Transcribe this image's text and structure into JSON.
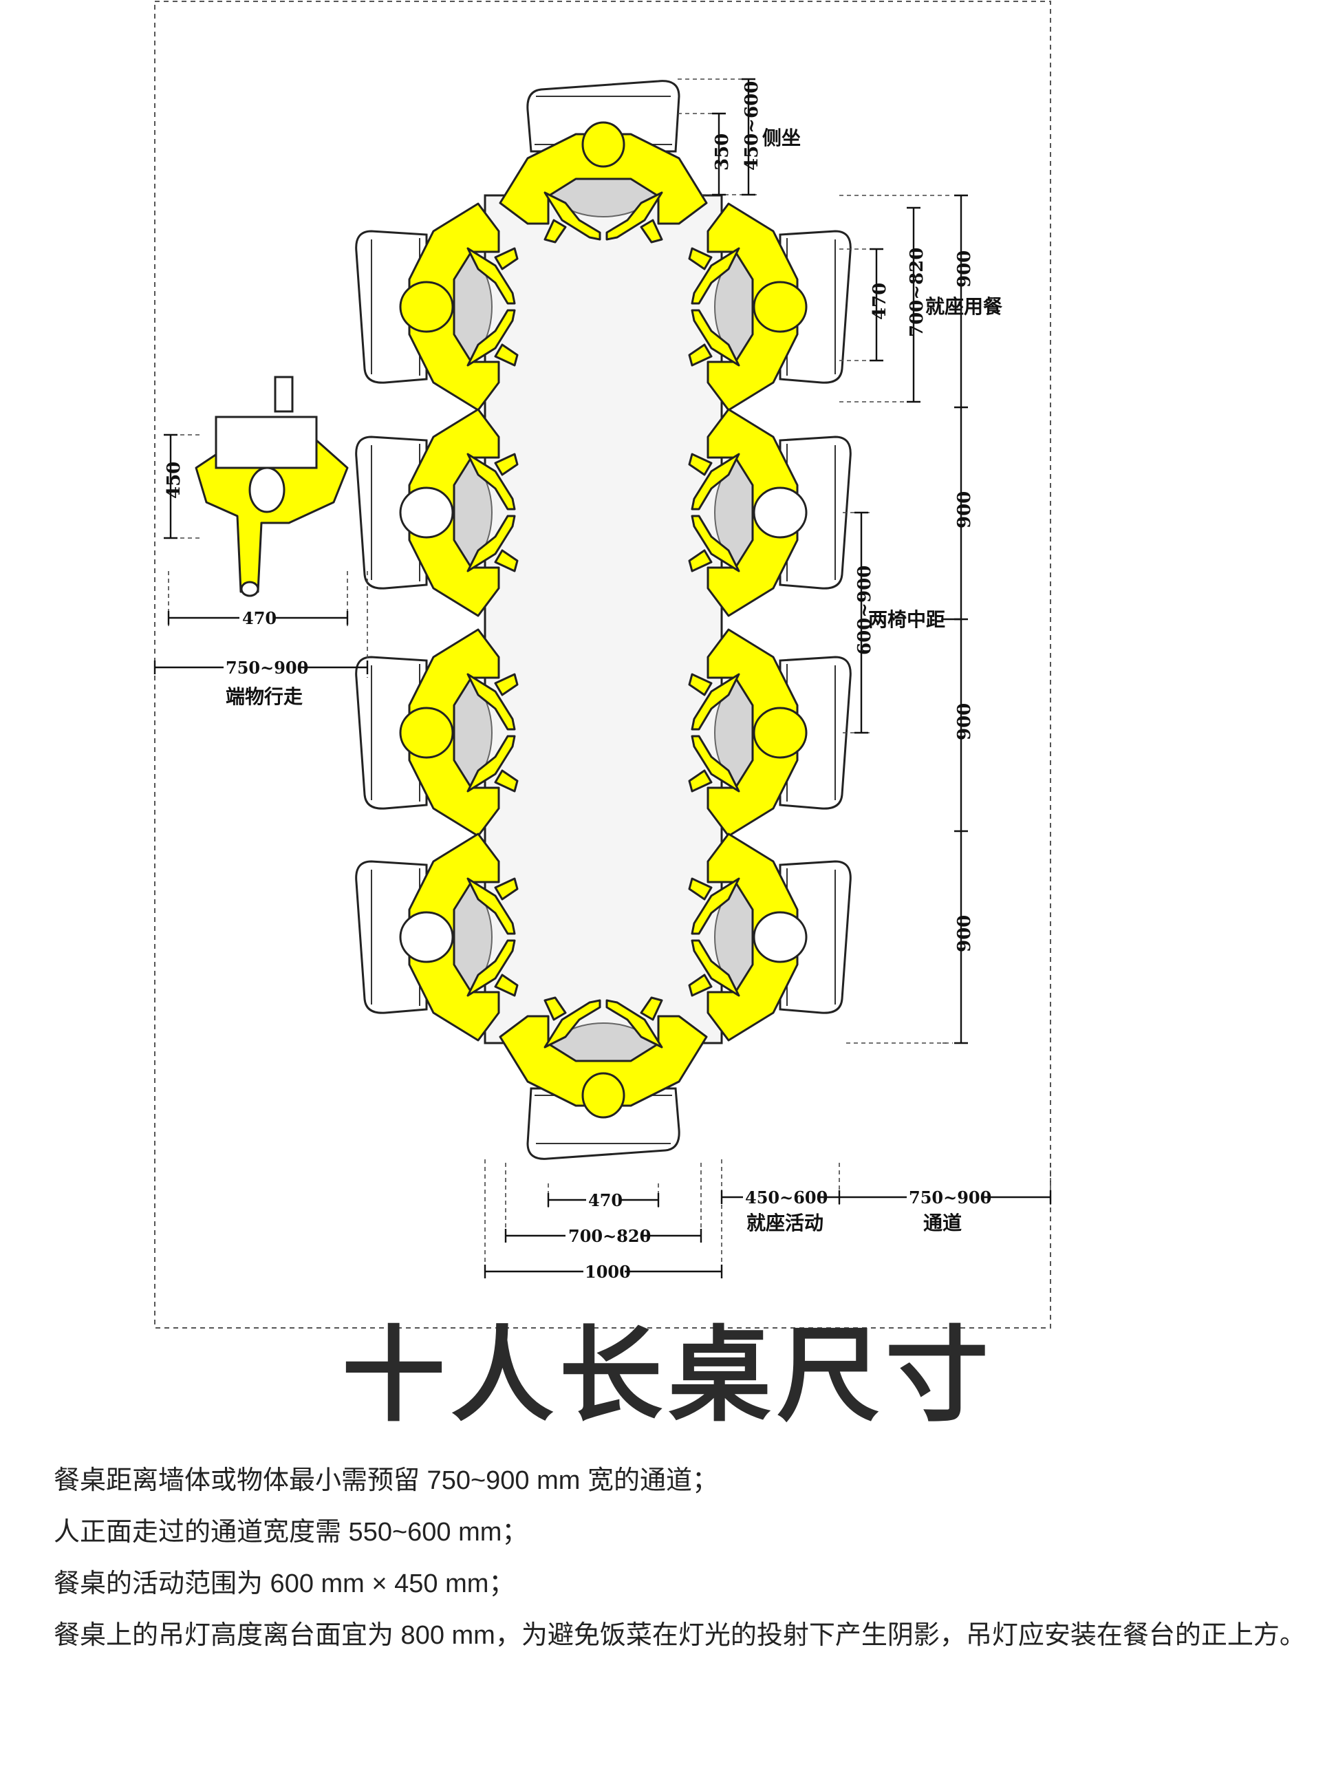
{
  "title": "十人长桌尺寸",
  "diagram": {
    "labels": {
      "side_seat_dim": "350",
      "side_seat_range": "450~600",
      "side_seat_text": "侧坐",
      "seat_width_outer": "700~820",
      "seat_width_inner": "470",
      "seat_dining_text": "就座用餐",
      "spacing_1": "900",
      "spacing_2": "900",
      "spacing_3": "900",
      "spacing_4": "900",
      "chair_center_range": "600~900",
      "chair_center_text": "两椅中距",
      "walker_depth": "450",
      "walker_width": "470",
      "walkway_range": "750~900",
      "walkway_text": "端物行走",
      "bottom_470": "470",
      "bottom_700_820": "700~820",
      "bottom_1000": "1000",
      "activity_range": "450~600",
      "activity_text": "就座活动",
      "aisle_range": "750~900",
      "aisle_text": "通道"
    }
  },
  "notes": [
    "餐桌距离墙体或物体最小需预留 750~900 mm 宽的通道；",
    "人正面走过的通道宽度需 550~600 mm；",
    "餐桌的活动范围为 600 mm × 450 mm；",
    "餐桌上的吊灯高度离台面宜为 800 mm，为避免饭菜在灯光的投射下产生阴影，吊灯应安装在餐台的正上方。"
  ],
  "colors": {
    "person": "#ffff00",
    "table": "#f5f5f5",
    "seat": "#d4d4d4",
    "text": "#222222"
  }
}
